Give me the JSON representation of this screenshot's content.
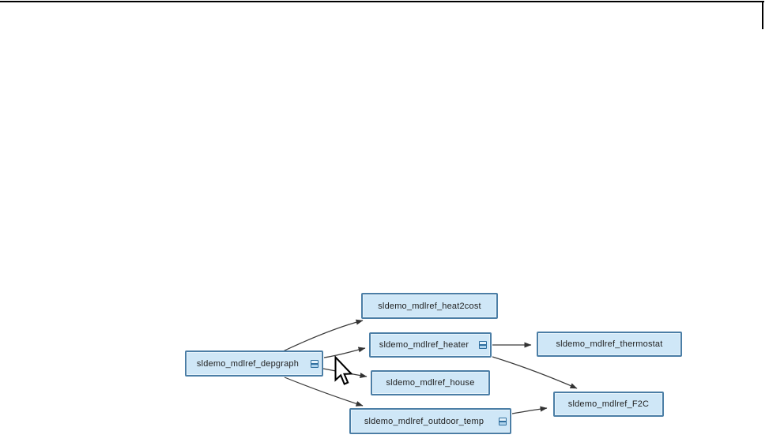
{
  "window": {
    "description": "cropped application window fragment on white background",
    "border_color": "#000000"
  },
  "diagram": {
    "type": "dependency-graph",
    "nodes": [
      {
        "id": "depgraph",
        "label": "sldemo_mdlref_depgraph",
        "collapse_icon": true
      },
      {
        "id": "heat2cost",
        "label": "sldemo_mdlref_heat2cost",
        "collapse_icon": false
      },
      {
        "id": "heater",
        "label": "sldemo_mdlref_heater",
        "collapse_icon": true
      },
      {
        "id": "thermostat",
        "label": "sldemo_mdlref_thermostat",
        "collapse_icon": false
      },
      {
        "id": "house",
        "label": "sldemo_mdlref_house",
        "collapse_icon": false
      },
      {
        "id": "outdoor_temp",
        "label": "sldemo_mdlref_outdoor_temp",
        "collapse_icon": true
      },
      {
        "id": "F2C",
        "label": "sldemo_mdlref_F2C",
        "collapse_icon": false
      }
    ],
    "edges": [
      {
        "from": "sldemo_mdlref_depgraph",
        "to": "sldemo_mdlref_heat2cost"
      },
      {
        "from": "sldemo_mdlref_depgraph",
        "to": "sldemo_mdlref_heater"
      },
      {
        "from": "sldemo_mdlref_depgraph",
        "to": "sldemo_mdlref_house"
      },
      {
        "from": "sldemo_mdlref_depgraph",
        "to": "sldemo_mdlref_outdoor_temp"
      },
      {
        "from": "sldemo_mdlref_heater",
        "to": "sldemo_mdlref_thermostat"
      },
      {
        "from": "sldemo_mdlref_heater",
        "to": "sldemo_mdlref_F2C"
      },
      {
        "from": "sldemo_mdlref_outdoor_temp",
        "to": "sldemo_mdlref_F2C"
      }
    ],
    "colors": {
      "node_fill": "#cfe7f7",
      "node_border": "#4b7ea6",
      "edge": "#3a3a3a",
      "text": "#1f1f1f"
    }
  },
  "cursor": {
    "type": "arrow-pointer"
  }
}
